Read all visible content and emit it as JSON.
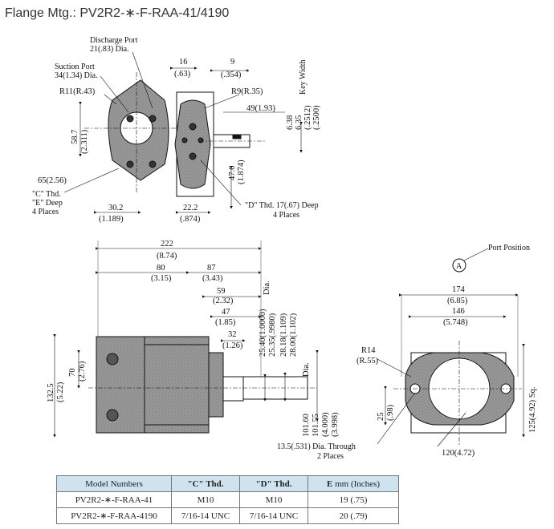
{
  "title": "Flange Mtg.: PV2R2-∗-F-RAA-41/4190",
  "labels": {
    "discharge_port": "Discharge Port",
    "discharge_dia": "21(.83) Dia.",
    "suction_port": "Suction Port",
    "suction_dia": "34(1.34) Dia.",
    "r11": "R11(R.43)",
    "d16": "16",
    "d16b": "(.63)",
    "d9": "9",
    "d9b": "(.354)",
    "r9": "R9(R.35)",
    "d49": "49(1.93)",
    "d587": "58.7",
    "d587b": "(2.311)",
    "d638": "6.38",
    "d635": "6.35",
    "d2512": "(.2512)",
    "d2500": "(.2500)",
    "keywidth": "Key Width",
    "d476": "47.6",
    "d476b": "(1.874)",
    "d65": "65(2.56)",
    "c_thd": "\"C\" Thd.",
    "e_deep": "\"E\" Deep",
    "four_places": "4 Places",
    "d302": "30.2",
    "d302b": "(1.189)",
    "d222": "22.2",
    "d222b": "(.874)",
    "d_thd": "\"D\" Thd. 17(.67) Deep",
    "four_places2": "4 Places",
    "d222len": "222",
    "d222lenb": "(8.74)",
    "d80": "80",
    "d80b": "(3.15)",
    "d87": "87",
    "d87b": "(3.43)",
    "d59": "59",
    "d59b": "(2.32)",
    "d47": "47",
    "d47b": "(1.85)",
    "d32": "32",
    "d32b": "(1.26)",
    "dia": "Dia.",
    "d2540": "25.40(1.0000)",
    "d2535": "25.35(.9980)",
    "d2818": "28.18(1.109)",
    "d2800": "28.00(1.102)",
    "d1325": "132.5",
    "d1325b": "(5.22)",
    "d70": "70",
    "d70b": "(2.76)",
    "d1016a": "101.60",
    "d1016b": "101.55",
    "d1016dia": "Dia.",
    "d4000": "(4.000)",
    "d3998": "(3.998)",
    "port_position": "Port Position",
    "port_a": "A",
    "d174": "174",
    "d174b": "(6.85)",
    "d146": "146",
    "d146b": "(5.748)",
    "r14": "R14",
    "r14b": "(R.55)",
    "d125": "125(4.92) Sq.",
    "d25": "25",
    "d25b": "(.98)",
    "d135": "13.5(.531) Dia. Through",
    "two_places": "2 Places",
    "d120": "120(4.72)"
  },
  "table": {
    "headers": [
      "Model Numbers",
      "\"C\" Thd.",
      "\"D\" Thd.",
      "E",
      "mm (Inches)"
    ],
    "rows": [
      [
        "PV2R2-∗-F-RAA-41",
        "M10",
        "M10",
        "19 (.75)"
      ],
      [
        "PV2R2-∗-F-RAA-4190",
        "7/16-14 UNC",
        "7/16-14 UNC",
        "20 (.79)"
      ]
    ]
  }
}
